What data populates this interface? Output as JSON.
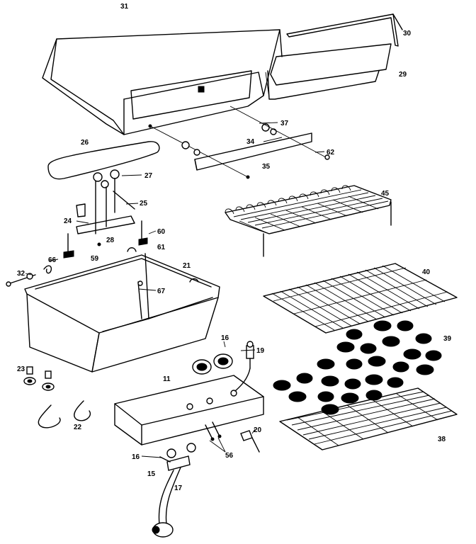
{
  "callouts": {
    "n31": "31",
    "n30": "30",
    "n29": "29",
    "n37": "37",
    "n34": "34",
    "n62": "62",
    "n35": "35",
    "n26": "26",
    "n27": "27",
    "n25": "25",
    "n24": "24",
    "n28": "28",
    "n60": "60",
    "n61": "61",
    "n59": "59",
    "n66": "66",
    "n32": "32",
    "n21": "21",
    "n67": "67",
    "n45": "45",
    "n40": "40",
    "n39": "39",
    "n16a": "16",
    "n19": "19",
    "n11": "11",
    "n23": "23",
    "n22": "22",
    "n20": "20",
    "n56": "56",
    "n38": "38",
    "n16b": "16",
    "n15": "15",
    "n17": "17"
  }
}
